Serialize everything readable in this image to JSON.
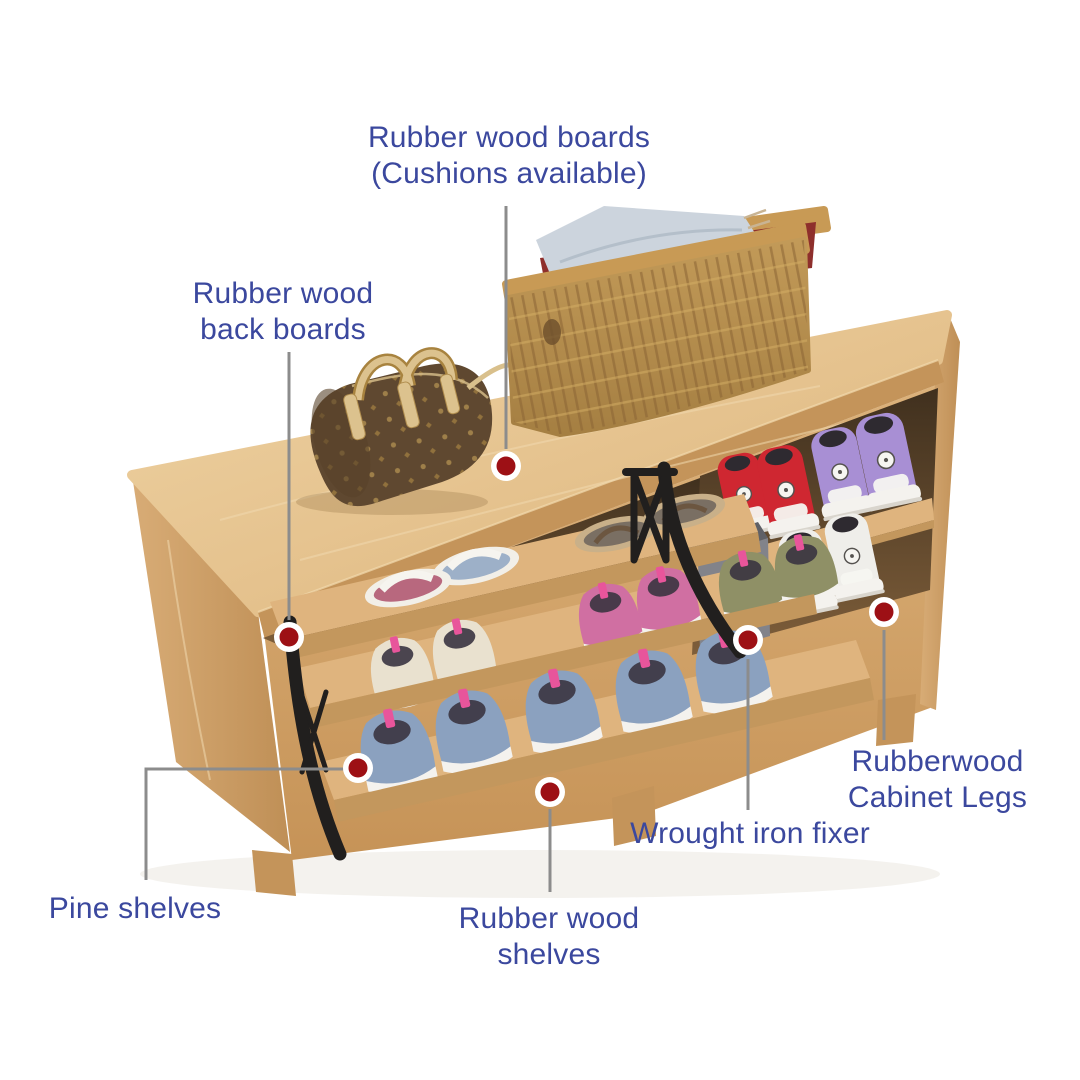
{
  "annotations": [
    {
      "id": "rubber-wood-boards",
      "text": "Rubber wood boards\n(Cushions available)"
    },
    {
      "id": "rubber-wood-back-boards",
      "text": "Rubber wood\nback boards"
    },
    {
      "id": "pine-shelves",
      "text": "Pine shelves"
    },
    {
      "id": "rubber-wood-shelves",
      "text": "Rubber wood\nshelves"
    },
    {
      "id": "wrought-iron-fixer",
      "text": "Wrought iron fixer"
    },
    {
      "id": "rubberwood-cabinet-legs",
      "text": "Rubberwood\nCabinet Legs"
    }
  ],
  "scene": {
    "objects": [
      "shoe-storage-bench",
      "wicker-basket",
      "folded-blankets",
      "monogram-handbag",
      "slippers",
      "flip-flops",
      "canvas-sneakers",
      "high-top-sneakers",
      "storage-box",
      "wrought-iron-brackets",
      "pull-out-shelves"
    ]
  },
  "colors": {
    "pageBg": "#ffffff",
    "labelText": "#3b489e",
    "leaderLine": "#8c8c8c",
    "markerRed": "#9d1015",
    "markerRing": "#ffffff",
    "woodEdge": "#c4945a",
    "woodInnerSoft": "#7c5c38",
    "shelfWood": "#dfb47e",
    "shelfEdgeC": "#c3975d",
    "iron": "#211f1e",
    "rimWood": "#c89a55",
    "basketDark": "#8a6434",
    "basketLight": "#d6b066",
    "blanketBlue": "#ccd4dd",
    "blanketCream": "#e9e1cd",
    "blanketRed": "#8e2f2c",
    "bagBody": "#5f4830",
    "bagDot": "#a5854c",
    "bagHandle": "#dcc28e",
    "shoeRed": "#cf2731",
    "shoePurple": "#a88fd4",
    "shoeWhite": "#efeeea",
    "shoeCream": "#e9e1cf",
    "shoeOlive": "#8f9066",
    "shoePink": "#d06fa2",
    "shoeBlue": "#8ba1bf",
    "accentPink": "#e8559b",
    "boxGray": "#82838a"
  }
}
